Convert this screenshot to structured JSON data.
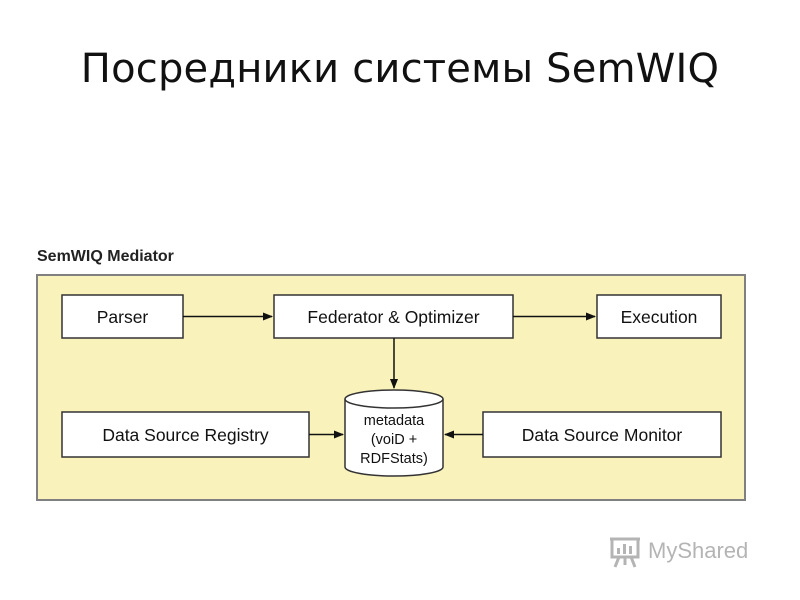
{
  "slide": {
    "title": "Посредники системы SemWIQ"
  },
  "diagram": {
    "mediator_title": "SemWIQ Mediator",
    "panel_fill": "#faf2bb",
    "panel_border": "#808080",
    "components": {
      "parser": "Parser",
      "federator": "Federator & Optimizer",
      "execution": "Execution",
      "registry": "Data Source Registry",
      "monitor": "Data Source Monitor"
    },
    "metadata_store": {
      "line1": "metadata",
      "line2": "(voiD +",
      "line3": "RDFStats)"
    }
  },
  "watermark": {
    "text": "MyShared",
    "icon": "presentation-board-icon"
  }
}
